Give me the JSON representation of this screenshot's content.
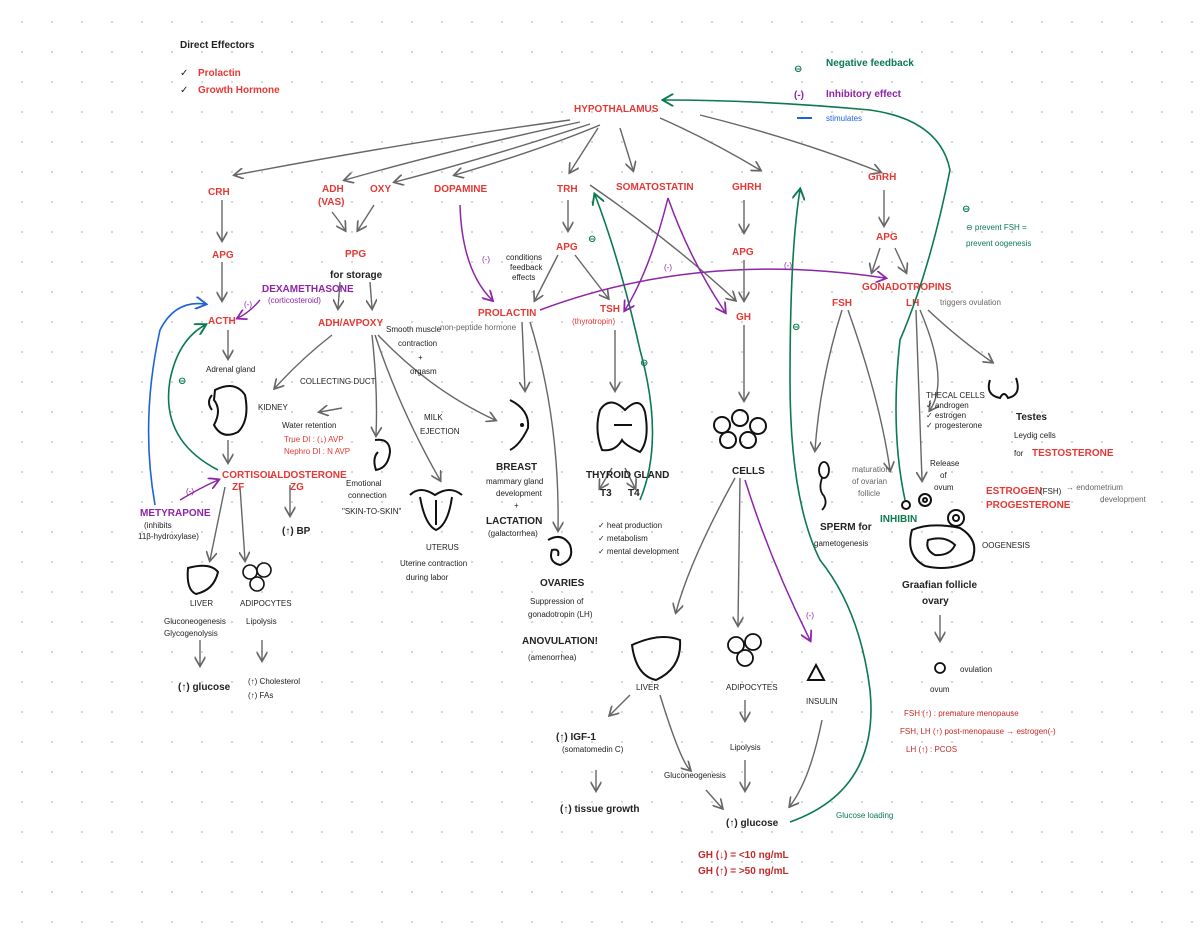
{
  "legend": {
    "direct_effectors_title": "Direct Effectors",
    "direct_effectors": [
      "Prolactin",
      "Growth Hormone"
    ],
    "negative_feedback_symbol": "⊖",
    "negative_feedback": "Negative feedback",
    "inhibitory_symbol": "(-)",
    "inhibitory": "Inhibitory effect",
    "stimulates": "stimulates",
    "colors": {
      "red": "#e53935",
      "purple": "#8e24aa",
      "green": "#0b7a4f",
      "blue": "#1e63d6",
      "gray": "#777777"
    }
  },
  "nodes": {
    "hypothalamus": "HYPOTHALAMUS",
    "crh": "CRH",
    "adh_vas": [
      "ADH",
      "(VAS)"
    ],
    "oxy": "OXY",
    "dopamine": "DOPAMINE",
    "trh": "TRH",
    "somatostatin": "SOMATOSTATIN",
    "ghrh": "GHRH",
    "gnrh": "GnRH",
    "apg1": "APG",
    "ppg": "PPG",
    "for_storage": "for storage",
    "apg2": "APG",
    "apg3": "APG",
    "apg4": "APG",
    "acth": "ACTH",
    "dexamethasone": "DEXAMETHASONE",
    "dexa_note": "(corticosteroid)",
    "adh_avp": "ADH/AVP",
    "oxy2": "OXY",
    "smooth_muscle": [
      "Smooth muscle",
      "contraction",
      "+",
      "orgasm"
    ],
    "prolactin": "PROLACTIN",
    "tsh": "TSH",
    "tsh_note": "(thyrotropin)",
    "neg_feedback_note": [
      "conditions",
      "feedback",
      "effects"
    ],
    "non_peptide": "non-peptide hormone",
    "gh": "GH",
    "gonadotropins": "GONADOTROPINS",
    "fsh": "FSH",
    "lh": "LH",
    "triggers_ovulation": "triggers ovulation",
    "prevent_fsh": [
      "⊖ prevent FSH =",
      "prevent oogenesis"
    ],
    "adrenal_gland": "Adrenal gland",
    "collecting duct": "COLLECTING DUCT",
    "kidney": "KIDNEY",
    "water_retention": "Water retention",
    "true_di": "True DI : (↓) AVP",
    "nephro_di": "Nephro DI : N AVP",
    "milk_ejection": [
      "MILK",
      "EJECTION"
    ],
    "emotional": [
      "Emotional",
      "connection"
    ],
    "skin_to_skin": "\"SKIN-TO-SKIN\"",
    "uterus": "UTERUS",
    "uterine_contraction": [
      "Uterine contraction",
      "during labor"
    ],
    "breast": "BREAST",
    "breast_notes": [
      "mammary gland",
      "development",
      "+",
      "LACTATION",
      "(galactorrhea)"
    ],
    "thyroid": "THYROID GLAND",
    "t3": "T3",
    "t4": "T4",
    "thyroid_effects": [
      "✓ heat production",
      "✓ metabolism",
      "✓ mental development"
    ],
    "cells": "CELLS",
    "theca": [
      "THECAL CELLS",
      "✓ androgen",
      "✓ estrogen",
      "✓ progesterone"
    ],
    "testes": "Testes",
    "leydig": [
      "Leydig cells",
      "for"
    ],
    "testosterone": "TESTOSTERONE",
    "release_ovum": [
      "Release",
      "of",
      "ovum"
    ],
    "maturation": [
      "maturation",
      "of ovarian",
      "follicle"
    ],
    "estrogen": "ESTROGEN",
    "estrogen_note": "(FSH)",
    "progesterone": "PROGESTERONE",
    "endometrium": [
      "→ endometrium",
      "development"
    ],
    "inhibin": "INHIBIN",
    "oogenesis": "OOGENESIS",
    "sperm": [
      "SPERM for",
      "gametogenesis"
    ],
    "graafian": [
      "Graafian follicle",
      "ovary"
    ],
    "ovulation": "ovulation",
    "ovum": "ovum",
    "fsh_notes": [
      "FSH (↑) : premature menopause",
      "FSH, LH (↑) post-menopause → estrogen(-)",
      "LH (↑) : PCOS"
    ],
    "cortisol": "CORTISOL",
    "zf": "ZF",
    "aldosterone": "ALDOSTERONE",
    "zg": "ZG",
    "bp": "(↑) BP",
    "metyrapone": "METYRAPONE",
    "metyrapone_note": [
      "(inhibits",
      "11β-hydroxylase)"
    ],
    "liver1": "LIVER",
    "adipocytes1": "ADIPOCYTES",
    "gluconeo1": [
      "Gluconeogenesis",
      "Glycogenolysis"
    ],
    "lipolysis1": "Lipolysis",
    "glucose1": "(↑) glucose",
    "chol": [
      "(↑) Cholesterol",
      "(↑) FAs"
    ],
    "ovaries": "OVARIES",
    "ovaries_notes": [
      "Suppression of",
      "gonadotropin (LH)",
      "ANOVULATION!",
      "(amenorrhea)"
    ],
    "liver2": "LIVER",
    "adipocytes2": "ADIPOCYTES",
    "insulin": "INSULIN",
    "igf": [
      "(↑) IGF-1",
      "(somatomedin C)"
    ],
    "gluconeo2": "Gluconeogenesis",
    "lipolysis2": "Lipolysis",
    "tissue": "(↑) tissue growth",
    "glucose2": "(↑) glucose",
    "glucose_loading": "Glucose loading",
    "gh_levels": [
      "GH (↓) = <10 ng/mL",
      "GH (↑) = >50 ng/mL"
    ],
    "inhib_mark": "(-)",
    "neg_mark": "⊖"
  }
}
